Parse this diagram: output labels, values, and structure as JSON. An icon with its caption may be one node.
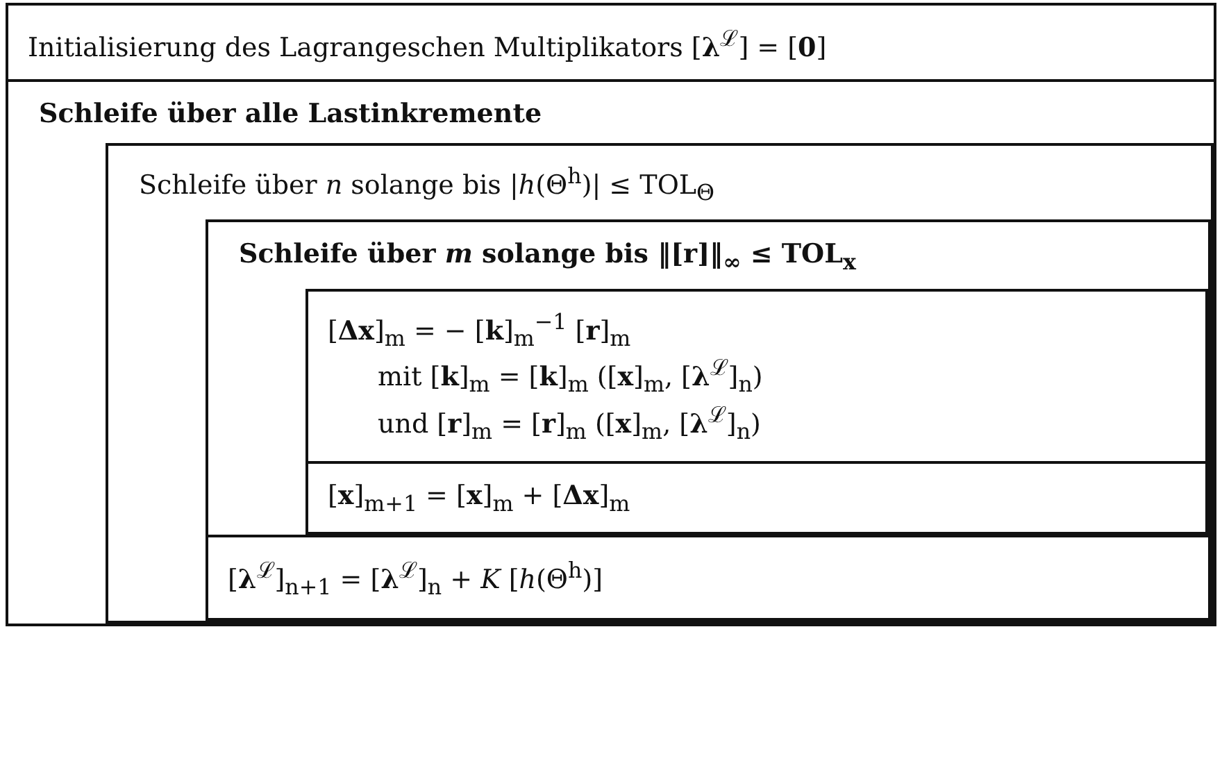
{
  "diagram": {
    "nodes": [
      {
        "text": [
          "Initialisierung des Lagrangeschen Multiplikators [**λ**$^{ℒ}$] = [**0**]"
        ]
      },
      {
        "text": [
          "**Schleife über alle Lastinkremente**"
        ]
      },
      {
        "text": [
          "Schleife über *n* solange bis |*h*(Θ$^{h}$)| ≤ TOL$_{Θ}$"
        ],
        "in": 1
      },
      {
        "text": [
          "**Schleife über *m* solange bis ‖[r]‖$_{∞}$ ≤ TOL$_{x}$**"
        ],
        "in": 2
      },
      {
        "text": [
          "[**Δx**]$_{m}$ = − [**k**]$_{m}$$^{−1}$ [**r**]$_{m}$",
          "mit [**k**]$_{m}$ = [**k**]$_{m}$ ([**x**]$_{m}$, [**λ**$^{ℒ}$]$_{n}$)",
          "und [**r**]$_{m}$ = [**r**]$_{m}$ ([**x**]$_{m}$, [**λ**$^{ℒ}$]$_{n}$)"
        ],
        "in": 3
      },
      {
        "text": [
          "[**x**]$_{m+1}$ = [**x**]$_{m}$ + [**Δx**]$_{m}$"
        ],
        "in": 3
      },
      {
        "text": [
          "[**λ**$^{ℒ}$]$_{n+1}$ = [**λ**$^{ℒ}$]$_{n}$ + *K* [*h*(Θ$^{h}$)]"
        ],
        "in": 2
      }
    ]
  }
}
